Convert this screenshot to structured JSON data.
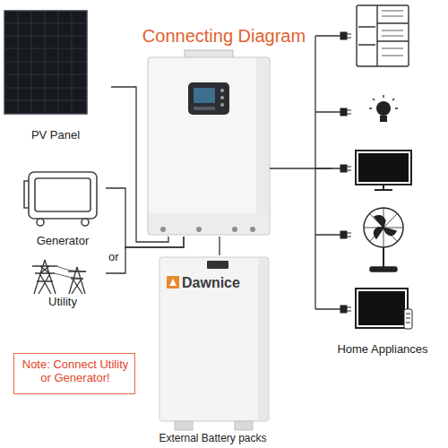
{
  "diagram": {
    "title": "Connecting Diagram",
    "nodes": [
      {
        "text": [
          "PV Panel"
        ]
      },
      {
        "text": [
          "Generator"
        ]
      },
      {
        "text": [
          "Utility"
        ]
      },
      {
        "text": []
      },
      {
        "text": [
          "Dawnice",
          "External Battery packs"
        ]
      },
      {
        "text": [
          "Note: Connect Utility or Generator!"
        ]
      },
      {
        "text": [
          "Home Appliances"
        ]
      }
    ],
    "edges": [
      {
        "from": 0,
        "to": 3,
        "arrow": "none"
      },
      {
        "from": 1,
        "to": 3,
        "arrow": "none"
      },
      {
        "from": 2,
        "to": 3,
        "arrow": "none"
      },
      {
        "from": 3,
        "to": 4,
        "arrow": "none"
      },
      {
        "from": 3,
        "to": 6,
        "arrow": "none"
      }
    ],
    "labels": [
      "or"
    ]
  }
}
